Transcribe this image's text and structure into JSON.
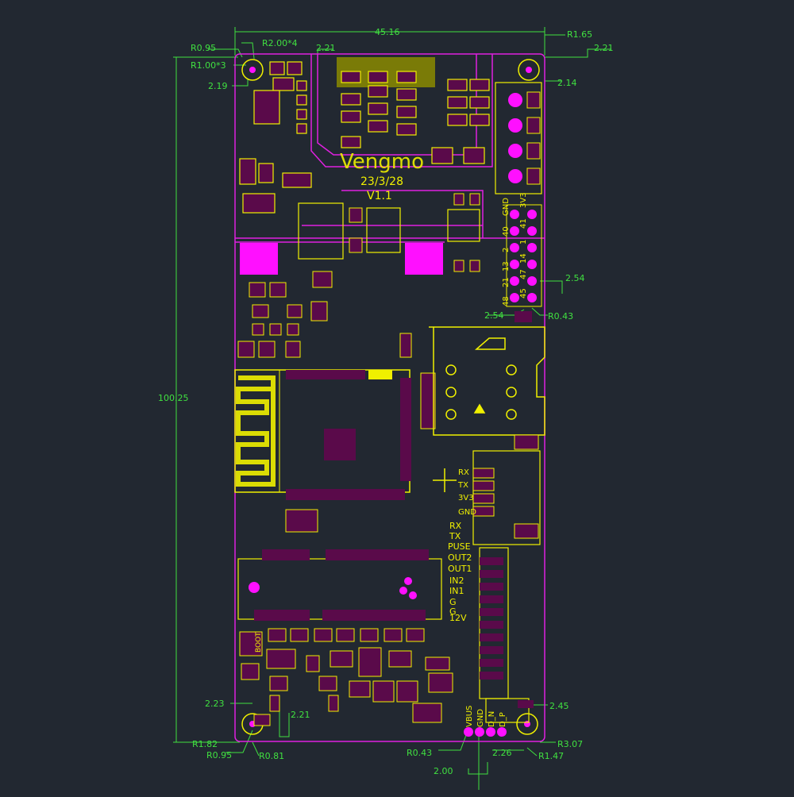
{
  "colors": {
    "background": "#222831",
    "board_outline": "#e020e0",
    "silkscreen": "#f0f000",
    "dimension": "#40e040",
    "pad": "#5a0a4a",
    "pad_hi": "#ff10ff"
  },
  "dimensions": {
    "width": "45.16",
    "height": "100.25",
    "r_top_left": "R0.95",
    "r_mount_tl_a": "R2.00*4",
    "r_mount_tl_b": "R1.00*3",
    "d_tl_top": "2.21",
    "d_tl_side": "2.19",
    "r_top_right": "R1.65",
    "d_tr_top": "2.21",
    "d_tr_side": "2.14",
    "header_pitch_v": "2.54",
    "header_pitch_h": "2.54",
    "header_drill": "R0.43",
    "d_br_side": "2.45",
    "r_br_a": "R3.07",
    "r_br_b": "R1.47",
    "d_br_pad": "2.26",
    "d_usb_pitch": "2.00",
    "r_usb_drill": "R0.43",
    "d_bl_side": "2.23",
    "d_bl_pad": "2.21",
    "r_bl_a": "R1.82",
    "r_bl_b": "R0.95",
    "r_bl_c": "R0.81"
  },
  "silk": {
    "date": "23/3/28",
    "version": "V1.1",
    "logo": "Vengmo",
    "header_labels": [
      "GND",
      "40",
      "2",
      "13",
      "21",
      "48"
    ],
    "header_labels_b": [
      "3V3",
      "41",
      "1",
      "14",
      "47",
      "45"
    ],
    "uart_labels": [
      "RX",
      "TX",
      "3V3",
      "GND"
    ],
    "conn_labels": [
      "RX",
      "TX",
      "PUSE",
      "OUT2",
      "OUT1",
      "IN2",
      "IN1",
      "G",
      "G",
      "12V"
    ],
    "usb_labels": [
      "VBUS",
      "GND",
      "D_N",
      "D_P"
    ],
    "bot_label": "BOOT"
  }
}
